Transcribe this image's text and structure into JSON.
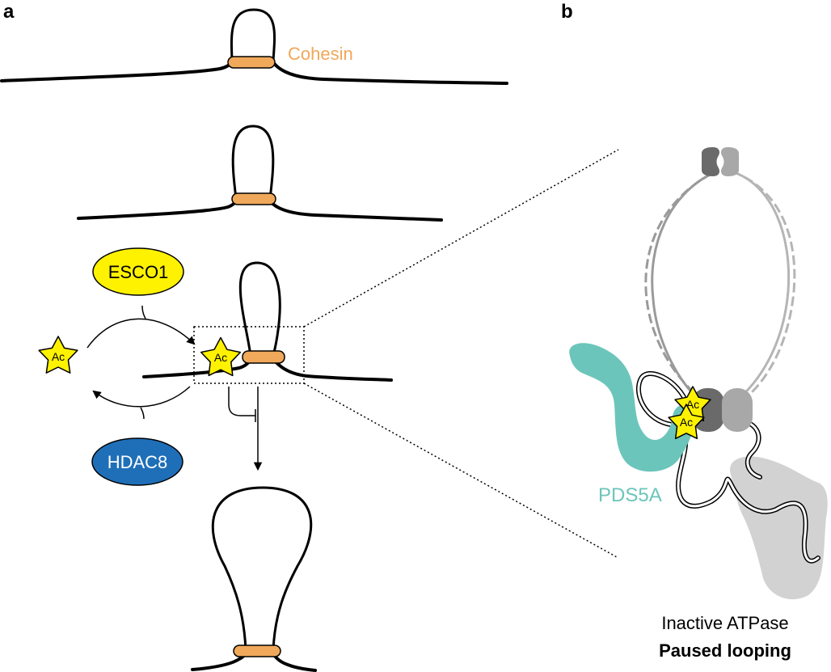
{
  "panels": {
    "a": "a",
    "b": "b"
  },
  "labels": {
    "cohesin": "Cohesin",
    "esco1": "ESCO1",
    "hdac8": "HDAC8",
    "ac": "Ac",
    "pds5a": "PDS5A",
    "caption_line1": "Inactive ATPase",
    "caption_line2": "Paused looping"
  },
  "colors": {
    "cohesin": "#f0a85a",
    "esco1": "#fff200",
    "hdac8": "#1f6fb8",
    "acetyl_star": "#fff200",
    "pds5a": "#6cc5bb",
    "smc_coil": "#9a9a9a",
    "smc_head_dark": "#6a6a6a",
    "smc_head_light": "#a8a8a8",
    "nipbl_like": "#d2d2d2"
  },
  "icons": {
    "acetyl_mark": "star-icon"
  }
}
